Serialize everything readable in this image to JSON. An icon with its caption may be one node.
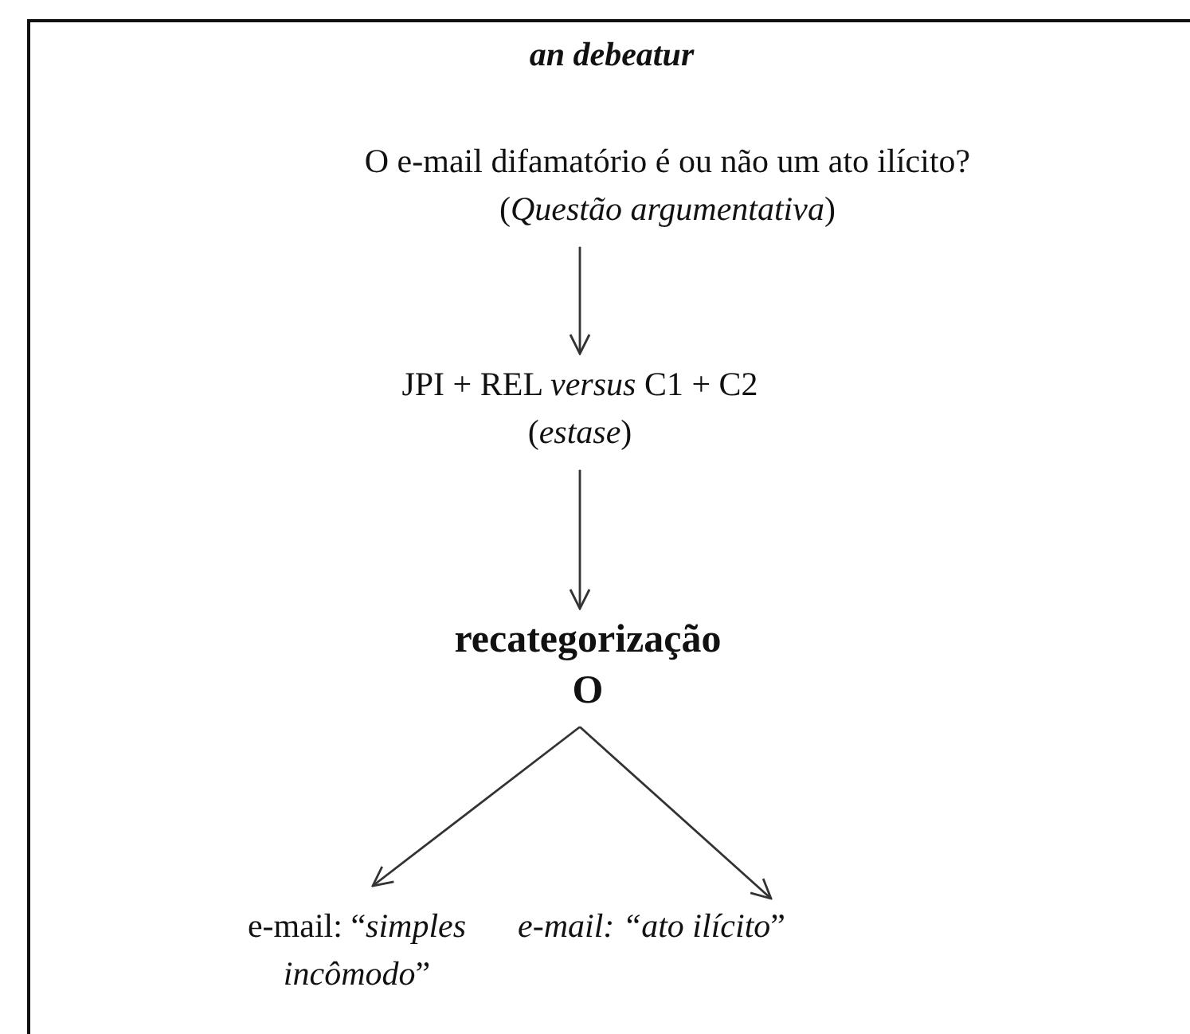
{
  "diagram": {
    "title": "an debeatur",
    "nodes": [
      {
        "text": [
          "O e-mail difamatório é ou não um ato ilícito?",
          "(*Questão argumentativa*)"
        ]
      },
      {
        "text": [
          "JPI + REL *versus* C1 + C2",
          "(*estase*)"
        ]
      },
      {
        "text": [
          "recategorização"
        ]
      },
      {
        "text": [
          "O"
        ]
      },
      {
        "text": [
          "e-mail: “*simples incômodo*”"
        ]
      },
      {
        "text": [
          "*e-mail: “ato ilícito*”"
        ]
      }
    ],
    "edges": [
      {
        "from": 0,
        "to": 1,
        "arrow": "to"
      },
      {
        "from": 1,
        "to": 2,
        "arrow": "to"
      },
      {
        "from": 3,
        "to": 4,
        "arrow": "to"
      },
      {
        "from": 3,
        "to": 5,
        "arrow": "to"
      }
    ]
  }
}
